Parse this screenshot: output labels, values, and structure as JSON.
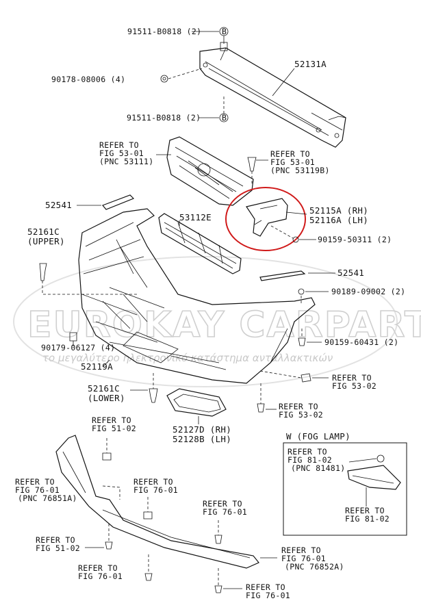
{
  "watermark": {
    "brand": "EUROKAY CARPARTS.GR",
    "tagline": "το μεγαλύτερο ηλεκτρονικό κατάστημα ανταλλακτικών"
  },
  "labels": {
    "bolt_upper_top": "91511-B0818 (2)",
    "bolt_upper_top_marker": "B",
    "nut_upper": "90178-08006 (4)",
    "bolt_upper_bottom": "91511-B0818 (2)",
    "bolt_upper_bottom_marker": "B",
    "reinforcement": "52131A",
    "grille_refer": [
      "REFER TO",
      "FIG 53-01",
      "(PNC 53111)"
    ],
    "clip_refer": [
      "REFER TO",
      "FIG 53-01",
      "(PNC 53119B)"
    ],
    "molding_left": "52541",
    "bracket_rh": "52115A (RH)",
    "bracket_lh": "52116A (LH)",
    "bracket_screw": "90159-50311 (2)",
    "lower_grille": "53112E",
    "retainer_upper": [
      "52161C",
      "(UPPER)"
    ],
    "molding_right": "52541",
    "clip_right": "90189-09002 (2)",
    "screw_right": "90159-60431 (2)",
    "clip_left": "90179-06127 (4)",
    "bumper_cover": "52119A",
    "refer_53_02_a": [
      "REFER TO",
      "FIG 53-02"
    ],
    "retainer_lower": [
      "52161C",
      "(LOWER)"
    ],
    "refer_53_02_b": [
      "REFER TO",
      "FIG 53-02"
    ],
    "refer_51_02_top": [
      "REFER TO",
      "FIG 51-02"
    ],
    "fog_cover": [
      "52127D (RH)",
      "52128B (LH)"
    ],
    "fog_box_title": "W (FOG LAMP)",
    "fog_refer_top": [
      "REFER TO",
      "FIG 81-02",
      "(PNC 81481)"
    ],
    "fog_refer_bottom": [
      "REFER TO",
      "FIG 81-02"
    ],
    "refer_76_01_left": [
      "REFER TO",
      "FIG 76-01",
      "(PNC 76851A)"
    ],
    "refer_76_01_mid": [
      "REFER TO",
      "FIG 76-01"
    ],
    "refer_76_01_center": [
      "REFER TO",
      "FIG 76-01"
    ],
    "refer_51_02_bottom": [
      "REFER TO",
      "FIG 51-02"
    ],
    "refer_76_01_right": [
      "REFER TO",
      "FIG 76-01",
      "(PNC 76852A)"
    ],
    "refer_76_01_lowleft": [
      "REFER TO",
      "FIG 76-01"
    ],
    "refer_76_01_bottom": [
      "REFER TO",
      "FIG 76-01"
    ]
  },
  "highlight_color": "#d01a1a"
}
